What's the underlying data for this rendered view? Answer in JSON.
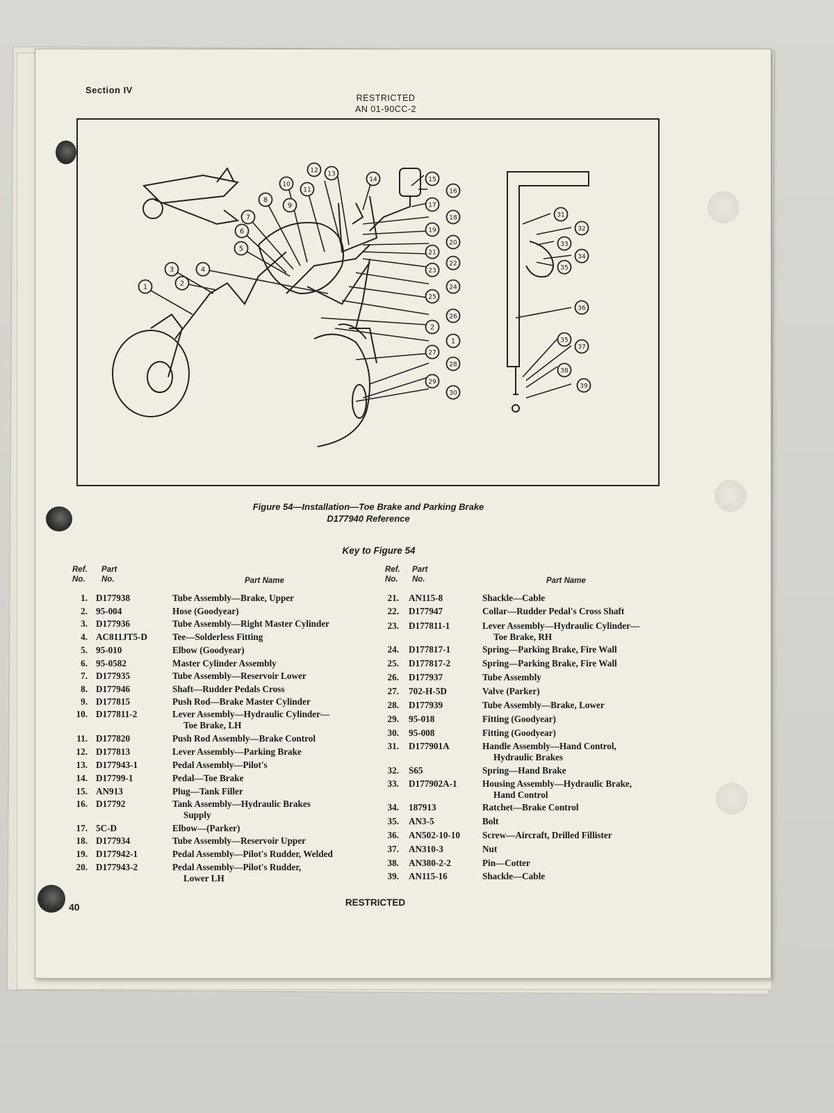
{
  "header": {
    "section": "Section IV",
    "restricted": "RESTRICTED",
    "doc_number": "AN 01-90CC-2"
  },
  "figure": {
    "caption_line1": "Figure 54—Installation—Toe Brake and Parking Brake",
    "caption_line2": "D177940 Reference",
    "callouts": [
      "1",
      "2",
      "3",
      "4",
      "5",
      "6",
      "7",
      "8",
      "9",
      "10",
      "11",
      "12",
      "13",
      "14",
      "15",
      "16",
      "17",
      "18",
      "19",
      "20",
      "21",
      "22",
      "23",
      "24",
      "25",
      "26",
      "27",
      "28",
      "29",
      "30",
      "31",
      "32",
      "33",
      "34",
      "35",
      "36",
      "37",
      "38",
      "39"
    ]
  },
  "key": {
    "title": "Key to Figure 54",
    "col_ref": "Ref.",
    "col_no": "No.",
    "col_part": "Part",
    "col_part_no": "No.",
    "col_part_name": "Part Name",
    "left_items": [
      {
        "ref": "1.",
        "part": "D177938",
        "name": "Tube Assembly—Brake, Upper"
      },
      {
        "ref": "2.",
        "part": "95-004",
        "name": "Hose (Goodyear)"
      },
      {
        "ref": "3.",
        "part": "D177936",
        "name": "Tube Assembly—Right Master Cylinder"
      },
      {
        "ref": "4.",
        "part": "AC811JT5-D",
        "name": "Tee—Solderless Fitting"
      },
      {
        "ref": "5.",
        "part": "95-010",
        "name": "Elbow (Goodyear)"
      },
      {
        "ref": "6.",
        "part": "95-0582",
        "name": "Master Cylinder Assembly"
      },
      {
        "ref": "7.",
        "part": "D177935",
        "name": "Tube Assembly—Reservoir Lower"
      },
      {
        "ref": "8.",
        "part": "D177946",
        "name": "Shaft—Rudder Pedals Cross"
      },
      {
        "ref": "9.",
        "part": "D177815",
        "name": "Push Rod—Brake Master Cylinder"
      },
      {
        "ref": "10.",
        "part": "D177811-2",
        "name": "Lever Assembly—Hydraulic Cylinder—",
        "name2": "Toe Brake, LH"
      },
      {
        "ref": "11.",
        "part": "D177820",
        "name": "Push Rod Assembly—Brake Control"
      },
      {
        "ref": "12.",
        "part": "D177813",
        "name": "Lever Assembly—Parking Brake"
      },
      {
        "ref": "13.",
        "part": "D177943-1",
        "name": "Pedal Assembly—Pilot's"
      },
      {
        "ref": "14.",
        "part": "D17799-1",
        "name": "Pedal—Toe Brake"
      },
      {
        "ref": "15.",
        "part": "AN913",
        "name": "Plug—Tank Filler"
      },
      {
        "ref": "16.",
        "part": "D17792",
        "name": "Tank Assembly—Hydraulic Brakes",
        "name2": "Supply"
      },
      {
        "ref": "17.",
        "part": "5C-D",
        "name": "Elbow—(Parker)"
      },
      {
        "ref": "18.",
        "part": "D177934",
        "name": "Tube Assembly—Reservoir Upper"
      },
      {
        "ref": "19.",
        "part": "D177942-1",
        "name": "Pedal Assembly—Pilot's Rudder, Welded"
      },
      {
        "ref": "20.",
        "part": "D177943-2",
        "name": "Pedal Assembly—Pilot's Rudder,",
        "name2": "Lower LH"
      }
    ],
    "right_items": [
      {
        "ref": "21.",
        "part": "AN115-8",
        "name": "Shackle—Cable"
      },
      {
        "ref": "22.",
        "part": "D177947",
        "name": "Collar—Rudder Pedal's Cross Shaft"
      },
      {
        "ref": "23.",
        "part": "D177811-1",
        "name": "Lever Assembly—Hydraulic Cylinder—",
        "name2": "Toe Brake, RH"
      },
      {
        "ref": "24.",
        "part": "D177817-1",
        "name": "Spring—Parking Brake, Fire Wall"
      },
      {
        "ref": "25.",
        "part": "D177817-2",
        "name": "Spring—Parking Brake, Fire Wall"
      },
      {
        "ref": "26.",
        "part": "D177937",
        "name": "Tube Assembly"
      },
      {
        "ref": "27.",
        "part": "702-H-5D",
        "name": "Valve (Parker)"
      },
      {
        "ref": "28.",
        "part": "D177939",
        "name": "Tube Assembly—Brake, Lower"
      },
      {
        "ref": "29.",
        "part": "95-018",
        "name": "Fitting (Goodyear)"
      },
      {
        "ref": "30.",
        "part": "95-008",
        "name": "Fitting (Goodyear)"
      },
      {
        "ref": "31.",
        "part": "D177901A",
        "name": "Handle Assembly—Hand Control,",
        "name2": "Hydraulic Brakes"
      },
      {
        "ref": "32.",
        "part": "S65",
        "name": "Spring—Hand Brake"
      },
      {
        "ref": "33.",
        "part": "D177902A-1",
        "name": "Housing Assembly—Hydraulic Brake,",
        "name2": "Hand Control"
      },
      {
        "ref": "34.",
        "part": "187913",
        "name": "Ratchet—Brake Control"
      },
      {
        "ref": "35.",
        "part": "AN3-5",
        "name": "Bolt"
      },
      {
        "ref": "36.",
        "part": "AN502-10-10",
        "name": "Screw—Aircraft, Drilled Fillister"
      },
      {
        "ref": "37.",
        "part": "AN310-3",
        "name": "Nut"
      },
      {
        "ref": "38.",
        "part": "AN380-2-2",
        "name": "Pin—Cotter"
      },
      {
        "ref": "39.",
        "part": "AN115-16",
        "name": "Shackle—Cable"
      }
    ]
  },
  "footer": {
    "restricted": "RESTRICTED",
    "page_number": "40"
  }
}
